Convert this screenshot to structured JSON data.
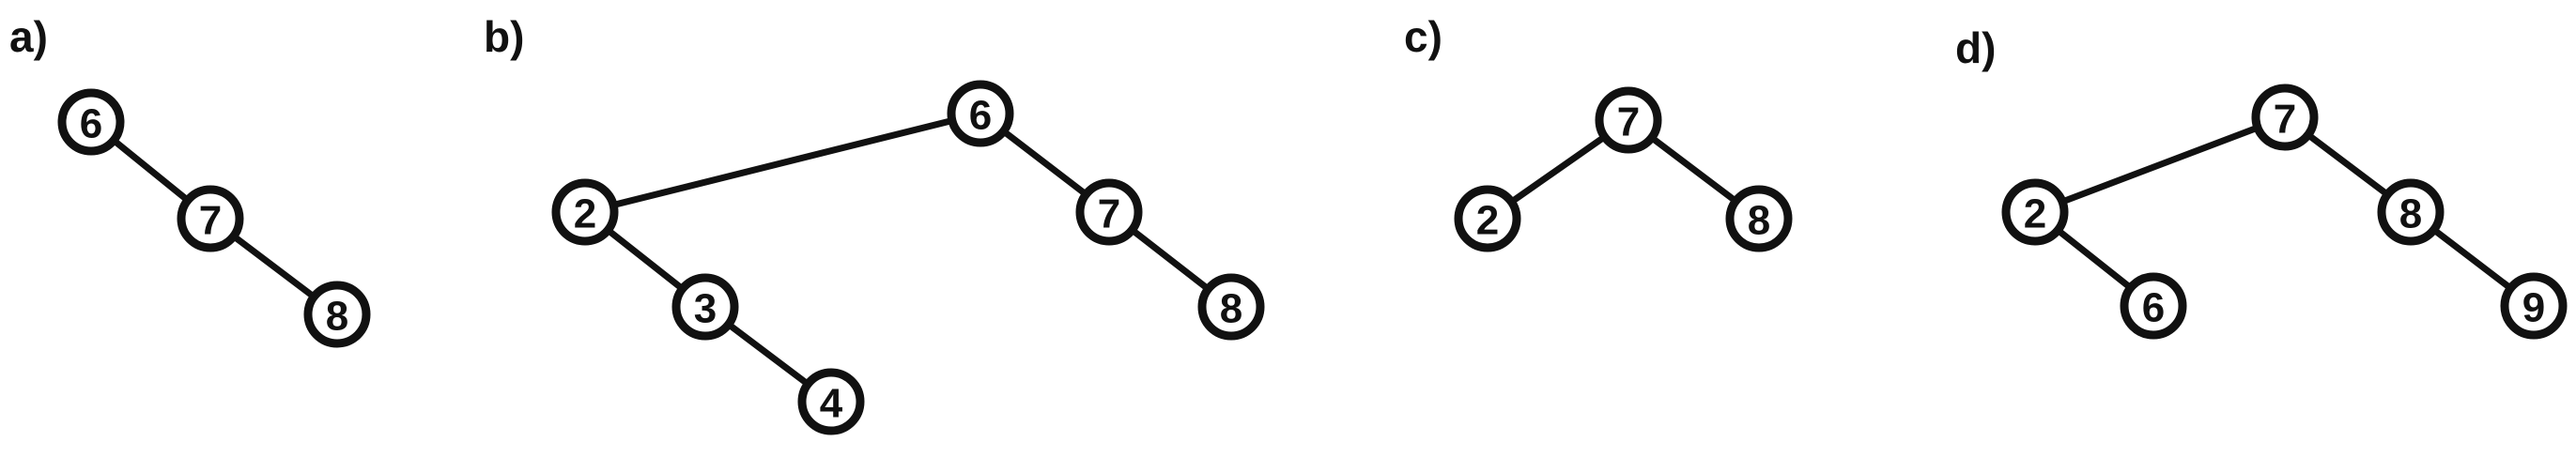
{
  "colors": {
    "stroke": "#111111",
    "fill": "#ffffff"
  },
  "panels": [
    {
      "label": "a)",
      "nodes": [
        {
          "id": "a6",
          "value": "6"
        },
        {
          "id": "a7",
          "value": "7"
        },
        {
          "id": "a8",
          "value": "8"
        }
      ],
      "edges": [
        [
          "a6",
          "a7"
        ],
        [
          "a7",
          "a8"
        ]
      ]
    },
    {
      "label": "b)",
      "nodes": [
        {
          "id": "b6",
          "value": "6"
        },
        {
          "id": "b2",
          "value": "2"
        },
        {
          "id": "b7",
          "value": "7"
        },
        {
          "id": "b3",
          "value": "3"
        },
        {
          "id": "b8",
          "value": "8"
        },
        {
          "id": "b4",
          "value": "4"
        }
      ],
      "edges": [
        [
          "b6",
          "b2"
        ],
        [
          "b6",
          "b7"
        ],
        [
          "b2",
          "b3"
        ],
        [
          "b7",
          "b8"
        ],
        [
          "b3",
          "b4"
        ]
      ]
    },
    {
      "label": "c)",
      "nodes": [
        {
          "id": "c7",
          "value": "7"
        },
        {
          "id": "c2",
          "value": "2"
        },
        {
          "id": "c8",
          "value": "8"
        }
      ],
      "edges": [
        [
          "c7",
          "c2"
        ],
        [
          "c7",
          "c8"
        ]
      ]
    },
    {
      "label": "d)",
      "nodes": [
        {
          "id": "d7",
          "value": "7"
        },
        {
          "id": "d2",
          "value": "2"
        },
        {
          "id": "d8",
          "value": "8"
        },
        {
          "id": "d6",
          "value": "6"
        },
        {
          "id": "d9",
          "value": "9"
        }
      ],
      "edges": [
        [
          "d7",
          "d2"
        ],
        [
          "d7",
          "d8"
        ],
        [
          "d2",
          "d6"
        ],
        [
          "d8",
          "d9"
        ]
      ]
    }
  ]
}
